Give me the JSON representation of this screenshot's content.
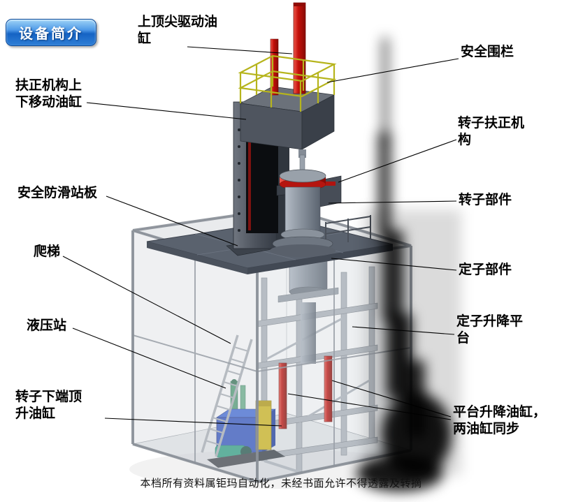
{
  "page": {
    "footer": "本档所有资料属钜玛自动化，未经书面允许不得透露及转摘"
  },
  "badge": {
    "label": "设备简介"
  },
  "labels": {
    "top_drive_cylinder": "上顶尖驱动油\n缸",
    "safety_fence": "安全围栏",
    "centering_cylinder": "扶正机构上\n下移动油缸",
    "rotor_centering": "转子扶正机\n构",
    "antislip_board": "安全防滑站板",
    "rotor_part": "转子部件",
    "ladder": "爬梯",
    "stator_part": "定子部件",
    "hydraulic_station": "液压站",
    "stator_platform": "定子升降平\n台",
    "rotor_jack_cylinder": "转子下端顶\n升油缸",
    "platform_cylinders": "平台升降油缸，\n两油缸同步"
  },
  "colors": {
    "badge_blue": "#1563c4",
    "cylinder_red": "#c4100a",
    "railing_yellow": "#b6b41c",
    "hydraulic_blue": "#2b50c0",
    "pump_green": "#2aa080",
    "structure_gray": "#9aa0a8",
    "platform_dark": "#5a626e"
  }
}
